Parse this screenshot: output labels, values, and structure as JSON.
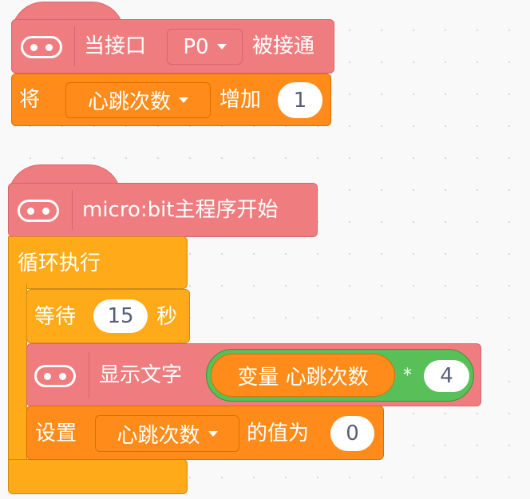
{
  "script1": {
    "hat": {
      "prefix": "当接口",
      "pin": "P0",
      "suffix": "被接通"
    },
    "change": {
      "prefix": "将",
      "variable": "心跳次数",
      "action": "增加",
      "value": "1"
    }
  },
  "script2": {
    "hat": {
      "label": "micro:bit主程序开始"
    },
    "loop": {
      "label": "循环执行"
    },
    "wait": {
      "prefix": "等待",
      "value": "15",
      "unit": "秒"
    },
    "show": {
      "label": "显示文字",
      "var_label": "变量 心跳次数",
      "operator": "*",
      "value": "4"
    },
    "set": {
      "prefix": "设置",
      "variable": "心跳次数",
      "suffix": "的值为",
      "value": "0"
    }
  },
  "colors": {
    "microbit": "#ef7d7f",
    "variable": "#ff8c1a",
    "control": "#ffab19",
    "operator": "#59c059"
  }
}
